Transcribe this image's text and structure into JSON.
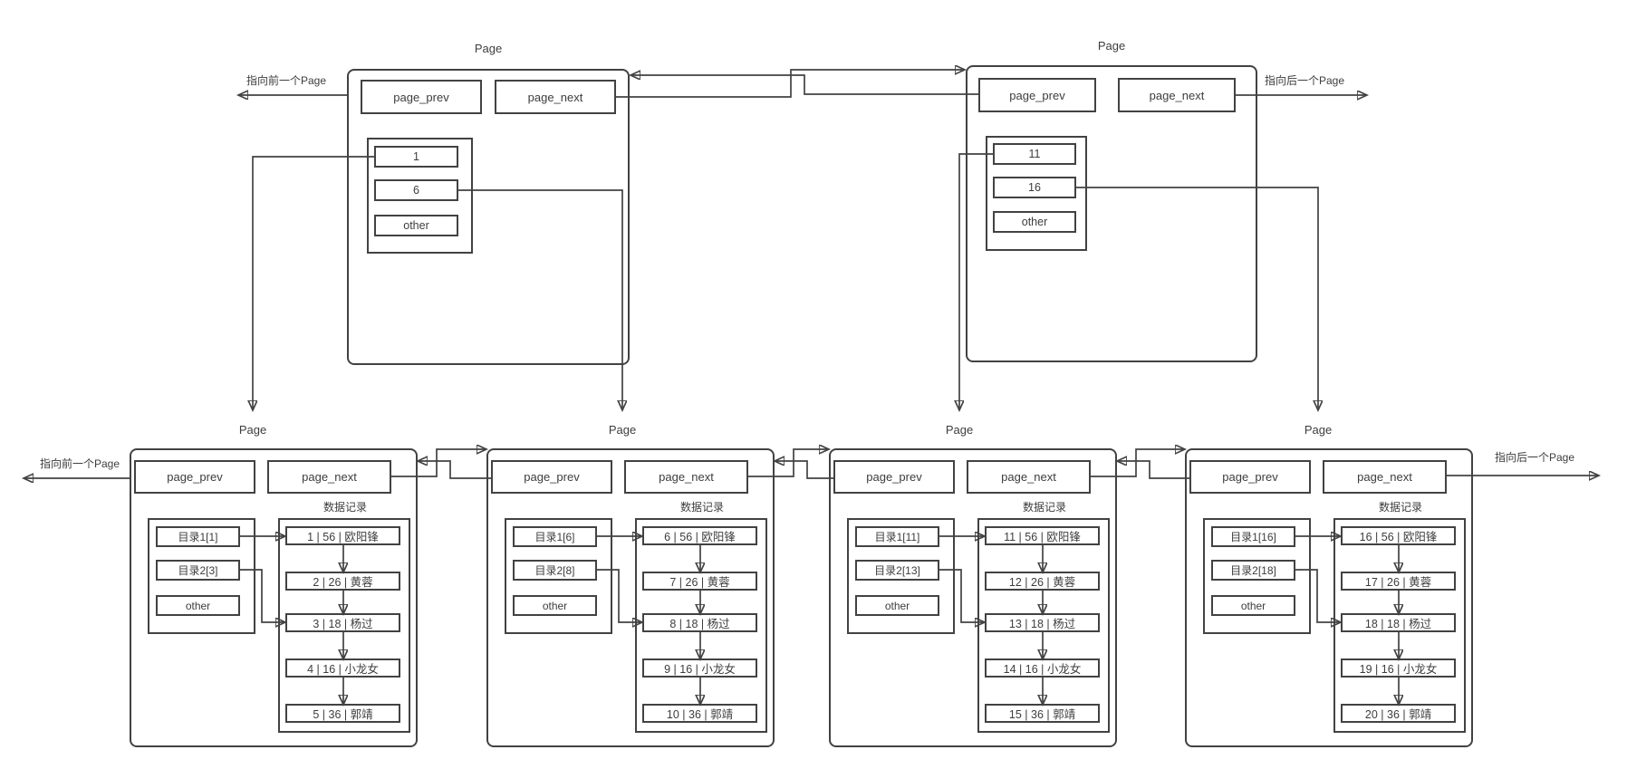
{
  "diagram": {
    "ink_color": "#424242",
    "labels": {
      "prev_pointer": "指向前一个Page",
      "next_pointer": "指向后一个Page"
    },
    "top_pages": [
      {
        "title": "Page",
        "page_prev": "page_prev",
        "page_next": "page_next",
        "entries": [
          "1",
          "6",
          "other"
        ]
      },
      {
        "title": "Page",
        "page_prev": "page_prev",
        "page_next": "page_next",
        "entries": [
          "11",
          "16",
          "other"
        ]
      }
    ],
    "leaf_pages": [
      {
        "title": "Page",
        "page_prev": "page_prev",
        "page_next": "page_next",
        "records_title": "数据记录",
        "directory": [
          "目录1[1]",
          "目录2[3]",
          "other"
        ],
        "records": [
          "1 | 56 | 欧阳锋",
          "2 | 26 | 黄蓉",
          "3 | 18 | 杨过",
          "4 | 16 | 小龙女",
          "5 | 36 | 郭靖"
        ]
      },
      {
        "title": "Page",
        "page_prev": "page_prev",
        "page_next": "page_next",
        "records_title": "数据记录",
        "directory": [
          "目录1[6]",
          "目录2[8]",
          "other"
        ],
        "records": [
          "6 | 56 | 欧阳锋",
          "7 | 26 | 黄蓉",
          "8 | 18 | 杨过",
          "9 | 16 | 小龙女",
          "10 | 36 | 郭靖"
        ]
      },
      {
        "title": "Page",
        "page_prev": "page_prev",
        "page_next": "page_next",
        "records_title": "数据记录",
        "directory": [
          "目录1[11]",
          "目录2[13]",
          "other"
        ],
        "records": [
          "11 | 56 | 欧阳锋",
          "12 | 26 | 黄蓉",
          "13 | 18 | 杨过",
          "14 | 16 | 小龙女",
          "15 | 36 | 郭靖"
        ]
      },
      {
        "title": "Page",
        "page_prev": "page_prev",
        "page_next": "page_next",
        "records_title": "数据记录",
        "directory": [
          "目录1[16]",
          "目录2[18]",
          "other"
        ],
        "records": [
          "16 | 56 | 欧阳锋",
          "17 | 26 | 黄蓉",
          "18 | 18 | 杨过",
          "19 | 16 | 小龙女",
          "20 | 36 | 郭靖"
        ]
      }
    ]
  }
}
